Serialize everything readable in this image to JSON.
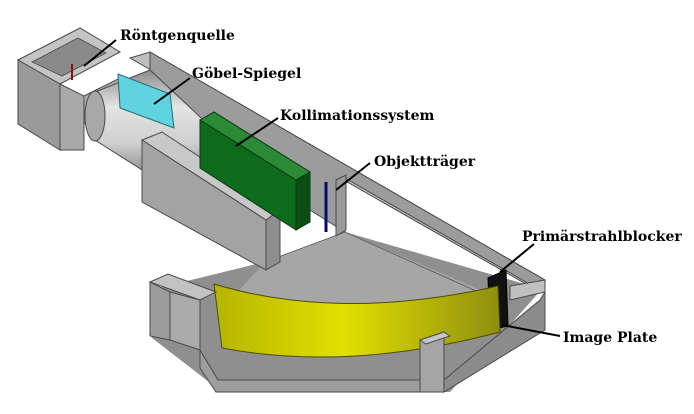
{
  "labels": {
    "source": "Röntgenquelle",
    "mirror": "Göbel-Spiegel",
    "collimation": "Kollimationssystem",
    "slide": "Objektträger",
    "beamstop": "Primärstrahlblocker",
    "image_plate": "Image Plate"
  },
  "colors": {
    "housing_side": "#a3a3a3",
    "housing_top": "#bebebe",
    "housing_floor": "#a6a6a6",
    "mirror": "#5fd4e0",
    "collimator": "#0f6b1c",
    "image_plate": "#d8d700",
    "sample_slide": "#0a0a6a",
    "beamstop": "#111111",
    "source_marker": "#8a1010"
  }
}
